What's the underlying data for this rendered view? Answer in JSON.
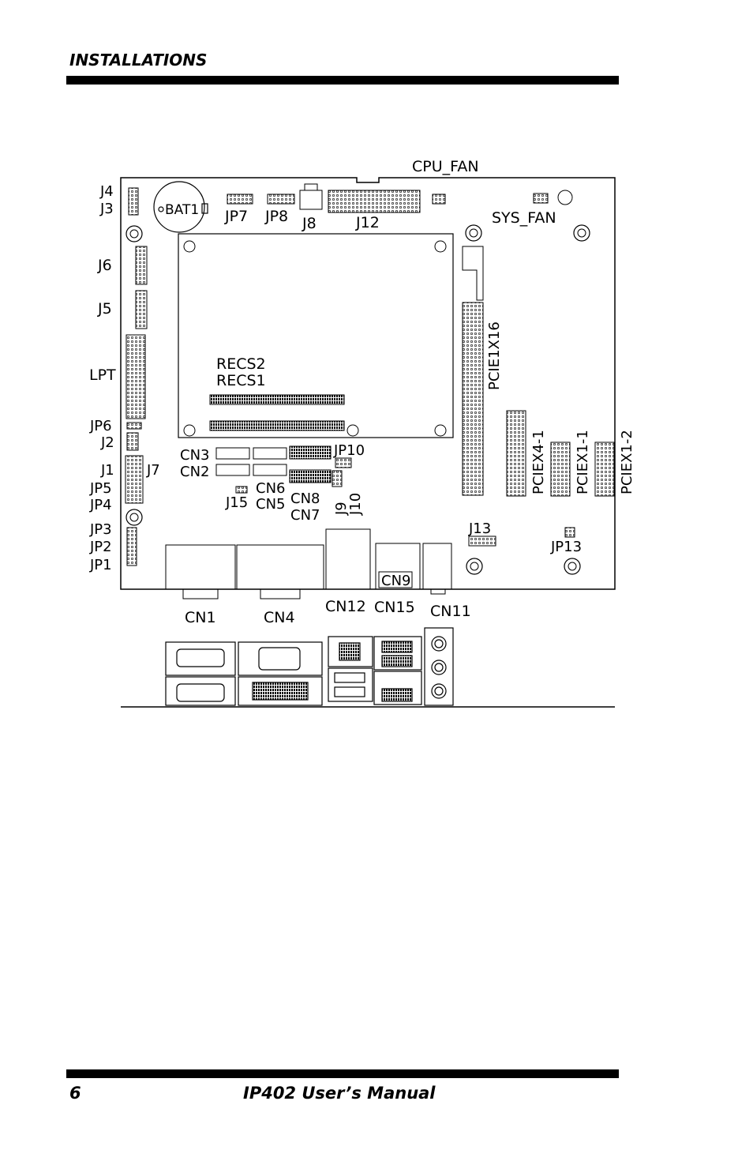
{
  "header": {
    "title": "INSTALLATIONS"
  },
  "footer": {
    "page_number": "6",
    "manual_title": "IP402 User’s Manual"
  },
  "labels": {
    "cpu_fan": "CPU_FAN",
    "sys_fan": "SYS_FAN",
    "j4": "J4",
    "j3": "J3",
    "bat1": "BAT1",
    "jp7": "JP7",
    "jp8": "JP8",
    "j8": "J8",
    "j12": "J12",
    "j6": "J6",
    "j5": "J5",
    "lpt": "LPT",
    "recs2": "RECS2",
    "recs1": "RECS1",
    "pcie1x16": "PCIE1X16",
    "pciex4_1": "PCIEX4-1",
    "pciex1_1": "PCIEX1-1",
    "pciex1_2": "PCIEX1-2",
    "jp6": "JP6",
    "j2": "J2",
    "j1": "J1",
    "j7": "J7",
    "jp5": "JP5",
    "jp4": "JP4",
    "jp3": "JP3",
    "jp2": "JP2",
    "jp1": "JP1",
    "cn3": "CN3",
    "cn2": "CN2",
    "cn6": "CN6",
    "cn5": "CN5",
    "cn8": "CN8",
    "cn7": "CN7",
    "jp10": "JP10",
    "j9": "J9",
    "j10": "J10",
    "j15": "J15",
    "j13": "J13",
    "jp13": "JP13",
    "cn1": "CN1",
    "cn4": "CN4",
    "cn12": "CN12",
    "cn15": "CN15",
    "cn9": "CN9",
    "cn11": "CN11"
  }
}
